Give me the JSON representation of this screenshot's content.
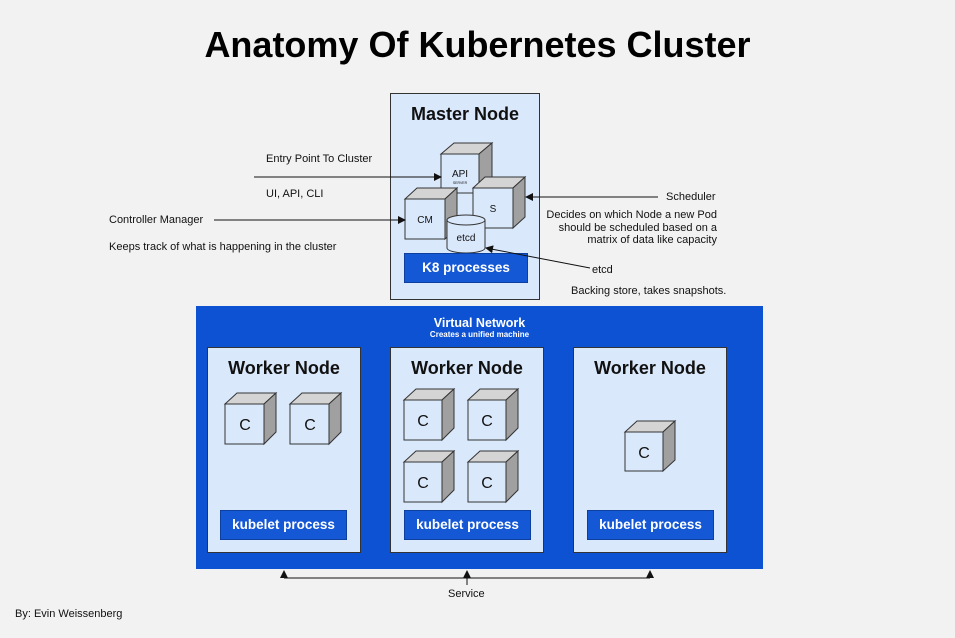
{
  "title": "Anatomy Of Kubernetes Cluster",
  "master": {
    "title": "Master Node",
    "api_label": "API",
    "api_sub": "SERVER",
    "scheduler_short": "S",
    "cm_short": "CM",
    "etcd_short": "etcd",
    "processes_label": "K8 processes"
  },
  "annotations": {
    "entry_point": "Entry Point To Cluster",
    "entry_sub": "UI, API, CLI",
    "controller_manager": "Controller Manager",
    "controller_desc": "Keeps track of what is happening in the cluster",
    "scheduler": "Scheduler",
    "scheduler_desc_1": "Decides on which Node a new Pod",
    "scheduler_desc_2": "should be scheduled based on a",
    "scheduler_desc_3": "matrix of data like capacity",
    "etcd": "etcd",
    "etcd_desc": "Backing store, takes snapshots."
  },
  "network": {
    "title": "Virtual Network",
    "subtitle": "Creates a unified machine"
  },
  "workers": [
    {
      "title": "Worker Node",
      "process": "kubelet process",
      "containers": [
        "C",
        "C"
      ]
    },
    {
      "title": "Worker Node",
      "process": "kubelet process",
      "containers": [
        "C",
        "C",
        "C",
        "C"
      ]
    },
    {
      "title": "Worker Node",
      "process": "kubelet process",
      "containers": [
        "C"
      ]
    }
  ],
  "service_label": "Service",
  "author": "By: Evin Weissenberg"
}
